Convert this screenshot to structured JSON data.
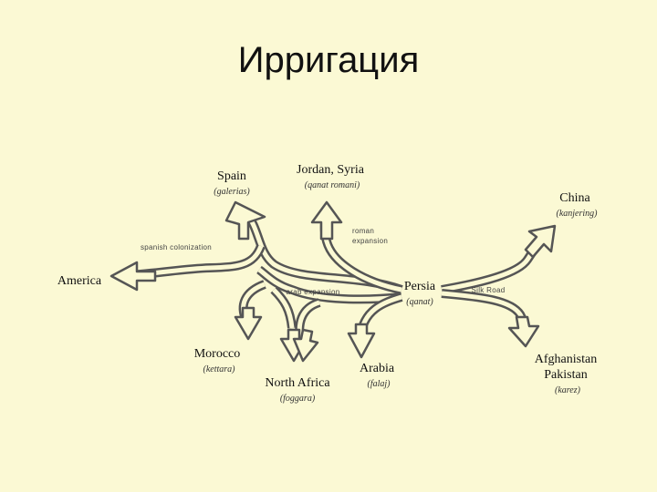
{
  "slide": {
    "title": "Ирригация"
  },
  "diagram": {
    "places": {
      "spain": "Spain",
      "jordan_syria": "Jordan, Syria",
      "china": "China",
      "america": "America",
      "persia": "Persia",
      "morocco": "Morocco",
      "north_africa": "North Africa",
      "arabia": "Arabia",
      "afghanistan": "Afghanistan",
      "pakistan": "Pakistan"
    },
    "terms": {
      "spain": "(galerias)",
      "jordan_syria": "(qanat romani)",
      "china": "(kanjering)",
      "persia": "(qanat)",
      "morocco": "(kettara)",
      "north_africa": "(foggara)",
      "arabia": "(falaj)",
      "afghanistan_pakistan": "(karez)"
    },
    "routes": {
      "spanish_colonization": "spanish colonization",
      "roman_expansion_line1": "roman",
      "roman_expansion_line2": "expansion",
      "arab_expansion": "arab expansion",
      "silk_road": "Silk Road"
    }
  },
  "colors": {
    "background": "#fbf9d4",
    "arrow_stroke": "#555555"
  }
}
